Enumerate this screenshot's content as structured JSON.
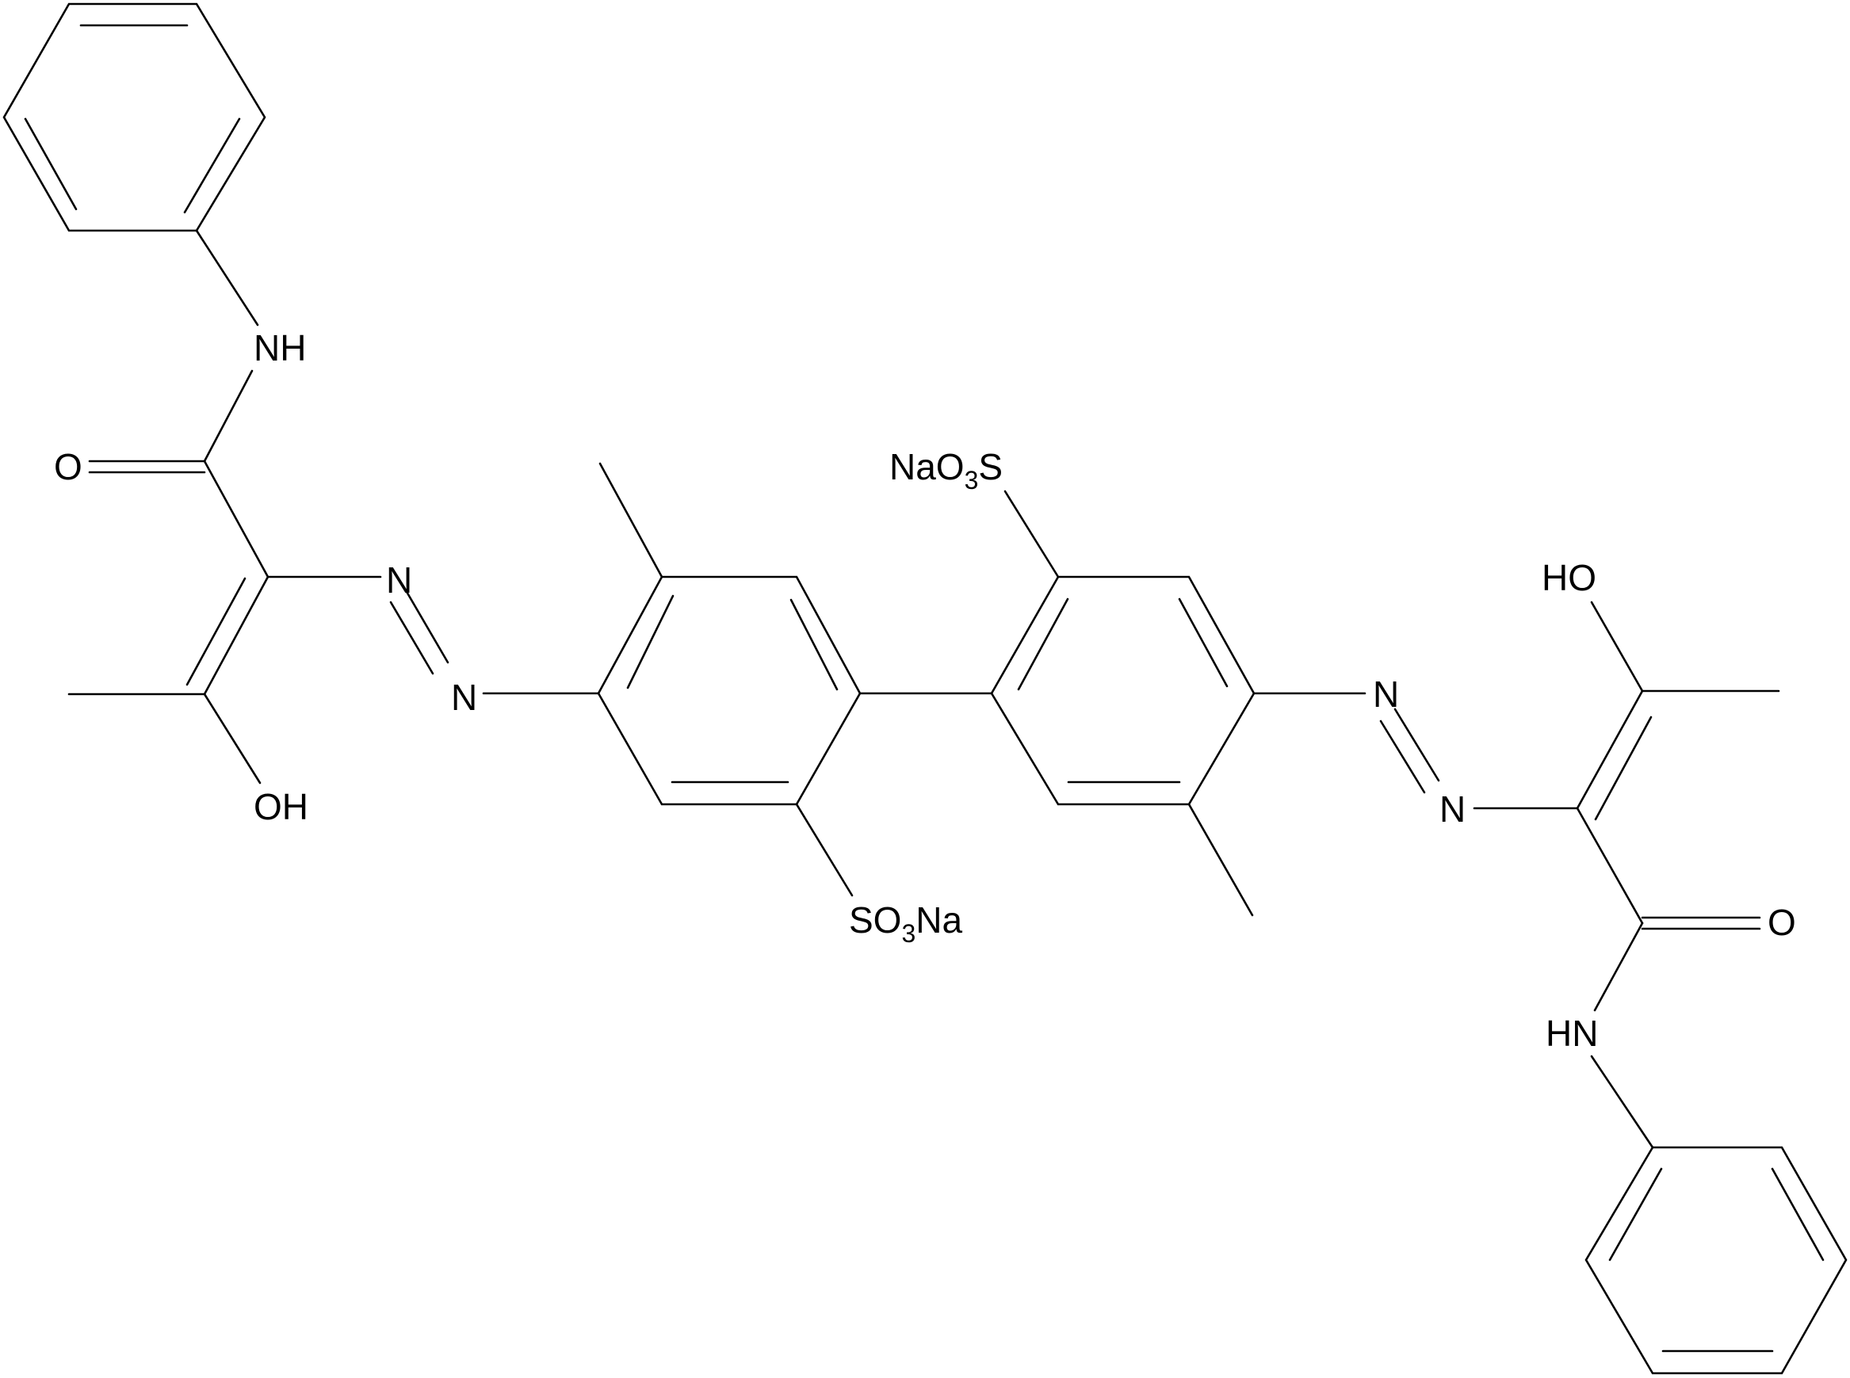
{
  "diagram": {
    "type": "chemical-structure",
    "line_color": "#000000",
    "background": "#ffffff"
  },
  "labels": {
    "nh_top": "NH",
    "o_top": "O",
    "oh_left": "OH",
    "n_left_1": "N",
    "n_left_2": "N",
    "nao3s_prefix": "NaO",
    "nao3s_sub": "3",
    "nao3s_suffix": "S",
    "so3na_prefix": "SO",
    "so3na_sub": "3",
    "so3na_suffix": "Na",
    "n_right_1": "N",
    "n_right_2": "N",
    "ho_right": "HO",
    "o_right": "O",
    "hn_bottom": "HN"
  }
}
